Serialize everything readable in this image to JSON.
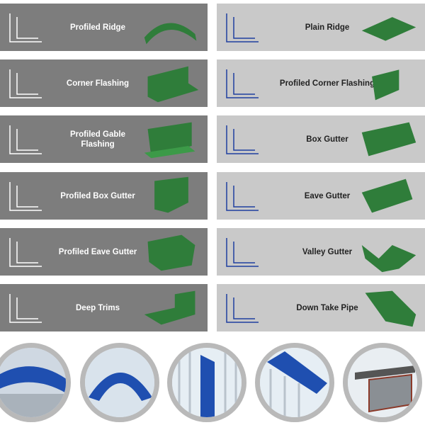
{
  "products": {
    "left": [
      {
        "label": "Profiled Ridge"
      },
      {
        "label": "Corner Flashing"
      },
      {
        "label": "Profiled Gable Flashing"
      },
      {
        "label": "Profiled Box Gutter"
      },
      {
        "label": "Profiled Eave Gutter"
      },
      {
        "label": "Deep Trims"
      }
    ],
    "right": [
      {
        "label": "Plain Ridge"
      },
      {
        "label": "Profiled Corner Flashing"
      },
      {
        "label": "Box Gutter"
      },
      {
        "label": "Eave Gutter"
      },
      {
        "label": "Valley Gutter"
      },
      {
        "label": "Down Take Pipe"
      }
    ]
  },
  "colors": {
    "left_panel": "#7d7d7d",
    "right_panel": "#c9c9c9",
    "model_green": "#2f7d3a",
    "photo_blue": "#1f4fb0"
  }
}
